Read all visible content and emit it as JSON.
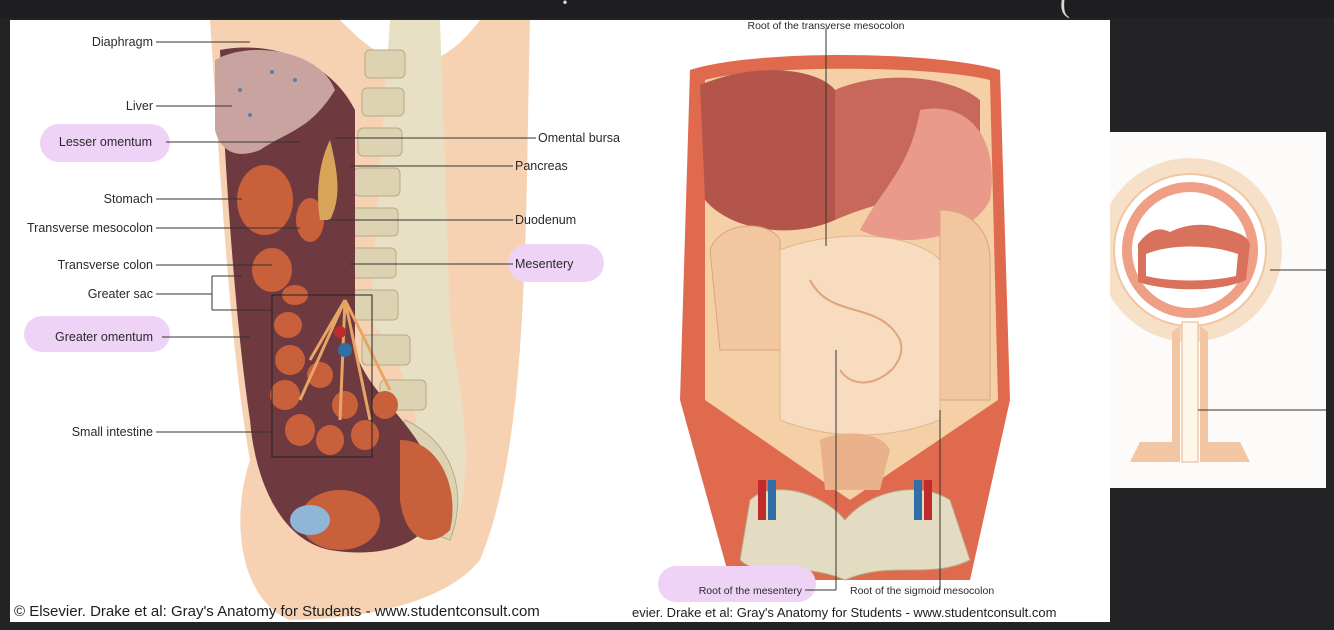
{
  "top_title_fragment_left": "·",
  "top_title_fragment_right": "(",
  "left_panel": {
    "labels": {
      "diaphragm": "Diaphragm",
      "liver": "Liver",
      "lesser_omentum": "Lesser omentum",
      "stomach": "Stomach",
      "transverse_mesocolon": "Transverse mesocolon",
      "transverse_colon": "Transverse colon",
      "greater_sac": "Greater sac",
      "greater_omentum": "Greater omentum",
      "small_intestine": "Small intestine",
      "omental_bursa": "Omental bursa",
      "pancreas": "Pancreas",
      "duodenum": "Duodenum",
      "mesentery": "Mesentery"
    },
    "credit": "© Elsevier. Drake et al: Gray's Anatomy for Students - www.studentconsult.com"
  },
  "middle_panel": {
    "labels": {
      "root_transverse_mesocolon": "Root of the transverse mesocolon",
      "root_mesentery": "Root of the mesentery",
      "root_sigmoid_mesocolon": "Root of the sigmoid mesocolon"
    },
    "credit": "evier. Drake et al: Gray's Anatomy for Students - www.studentconsult.com"
  },
  "colors": {
    "highlight": "#eed3f6",
    "tissue": "#c9603c",
    "skin": "#f6d2b3",
    "bone": "#e3dcc2",
    "background": "#232325"
  }
}
